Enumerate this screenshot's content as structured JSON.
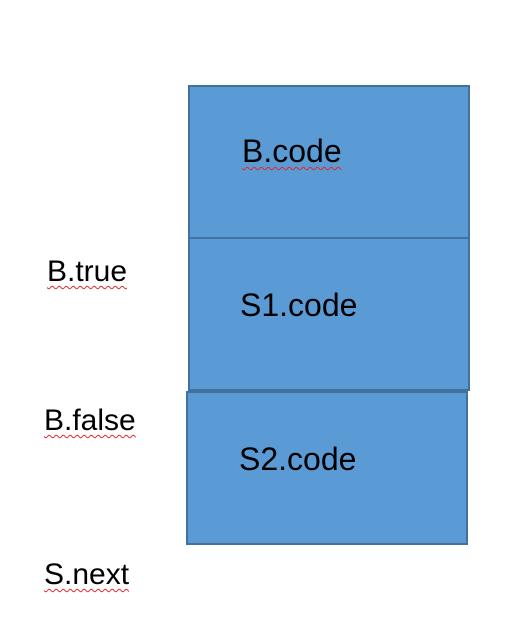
{
  "blocks": [
    {
      "id": "b-code",
      "label": "B.code"
    },
    {
      "id": "s1-code",
      "label": "S1.code"
    },
    {
      "id": "s2-code",
      "label": "S2.code"
    }
  ],
  "side_labels": {
    "b_true": "B.true",
    "b_false": "B.false",
    "s_next": "S.next"
  },
  "colors": {
    "block_fill": "#5b9bd5",
    "block_border": "#41719c",
    "spellcheck_underline": "#e0282b"
  }
}
